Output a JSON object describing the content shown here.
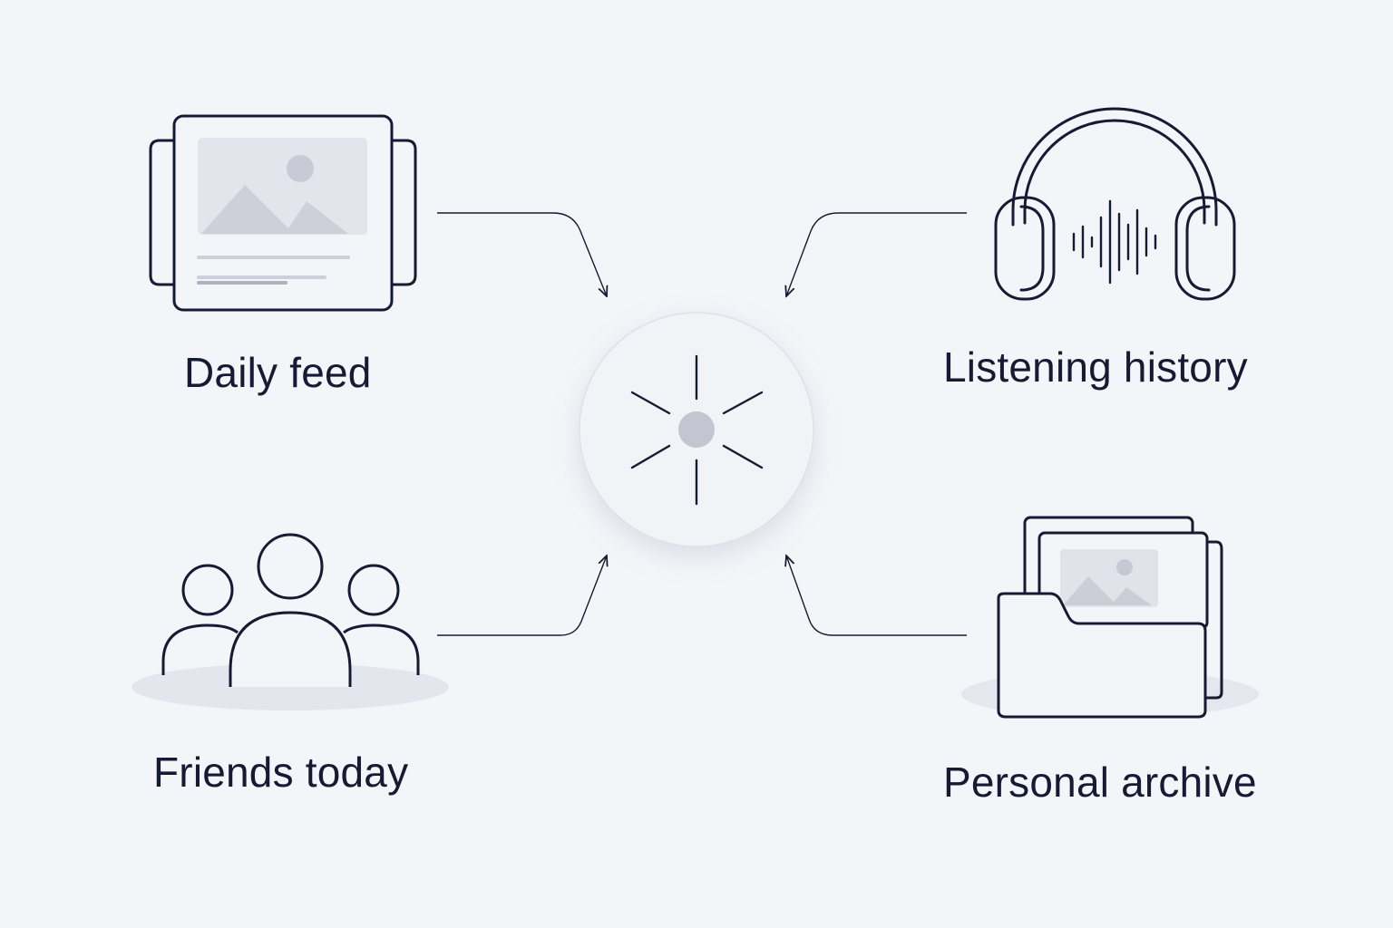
{
  "diagram": {
    "center": {
      "icon": "sparkle-icon"
    },
    "nodes": {
      "daily_feed": {
        "label": "Daily feed",
        "icon": "image-card-icon"
      },
      "listening_history": {
        "label": "Listening history",
        "icon": "headphones-icon"
      },
      "friends_today": {
        "label": "Friends today",
        "icon": "people-group-icon"
      },
      "personal_archive": {
        "label": "Personal archive",
        "icon": "photo-folder-icon"
      }
    },
    "edges": [
      {
        "from": "Daily feed",
        "to": "center"
      },
      {
        "from": "Listening history",
        "to": "center"
      },
      {
        "from": "Friends today",
        "to": "center"
      },
      {
        "from": "Personal archive",
        "to": "center"
      }
    ],
    "colors": {
      "background": "#f4f5f8",
      "stroke": "#161b33",
      "placeholder": "#c8cad5",
      "center_fill": "#f2f3f7"
    }
  }
}
